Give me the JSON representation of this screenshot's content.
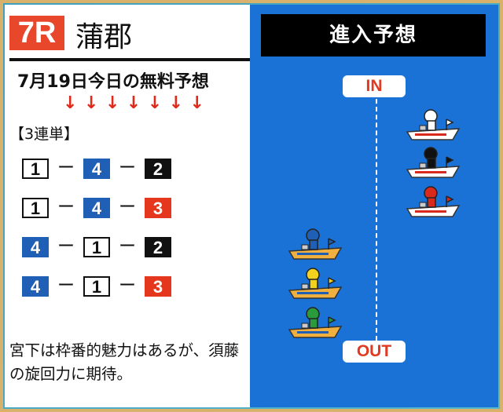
{
  "race": {
    "number": "7R",
    "venue": "蒲郡"
  },
  "subtitle": "7月19日今日の無料予想",
  "arrows": [
    "↓",
    "↓",
    "↓",
    "↓",
    "↓",
    "↓",
    "↓"
  ],
  "bet_type": "【3連単】",
  "combos": [
    {
      "first": "1",
      "second": "4",
      "third": "2"
    },
    {
      "first": "1",
      "second": "4",
      "third": "3"
    },
    {
      "first": "4",
      "second": "1",
      "third": "2"
    },
    {
      "first": "4",
      "second": "1",
      "third": "3"
    }
  ],
  "dash": "ー",
  "comment": "宮下は枠番的魅力はあるが、須藤の旋回力に期待。",
  "course": {
    "header": "進入予想",
    "in_label": "IN",
    "out_label": "OUT",
    "boats": [
      {
        "lane": 1,
        "color": "#ffffff",
        "hull": "#ffffff"
      },
      {
        "lane": 2,
        "color": "#111111",
        "hull": "#ffffff"
      },
      {
        "lane": 3,
        "color": "#d9281c",
        "hull": "#ffffff"
      },
      {
        "lane": 4,
        "color": "#1f5fb5",
        "hull": "#f0b040"
      },
      {
        "lane": 5,
        "color": "#f2d21c",
        "hull": "#f0b040"
      },
      {
        "lane": 6,
        "color": "#2b9a3b",
        "hull": "#f0b040"
      }
    ]
  },
  "colors": {
    "badge": "#e8472c",
    "lane1": "#ffffff",
    "lane2": "#111111",
    "lane3": "#e5371d",
    "lane4": "#1f5fb5",
    "water": "#1b72d6",
    "pill_text": "#e03a22",
    "arrow": "#e0291b"
  }
}
